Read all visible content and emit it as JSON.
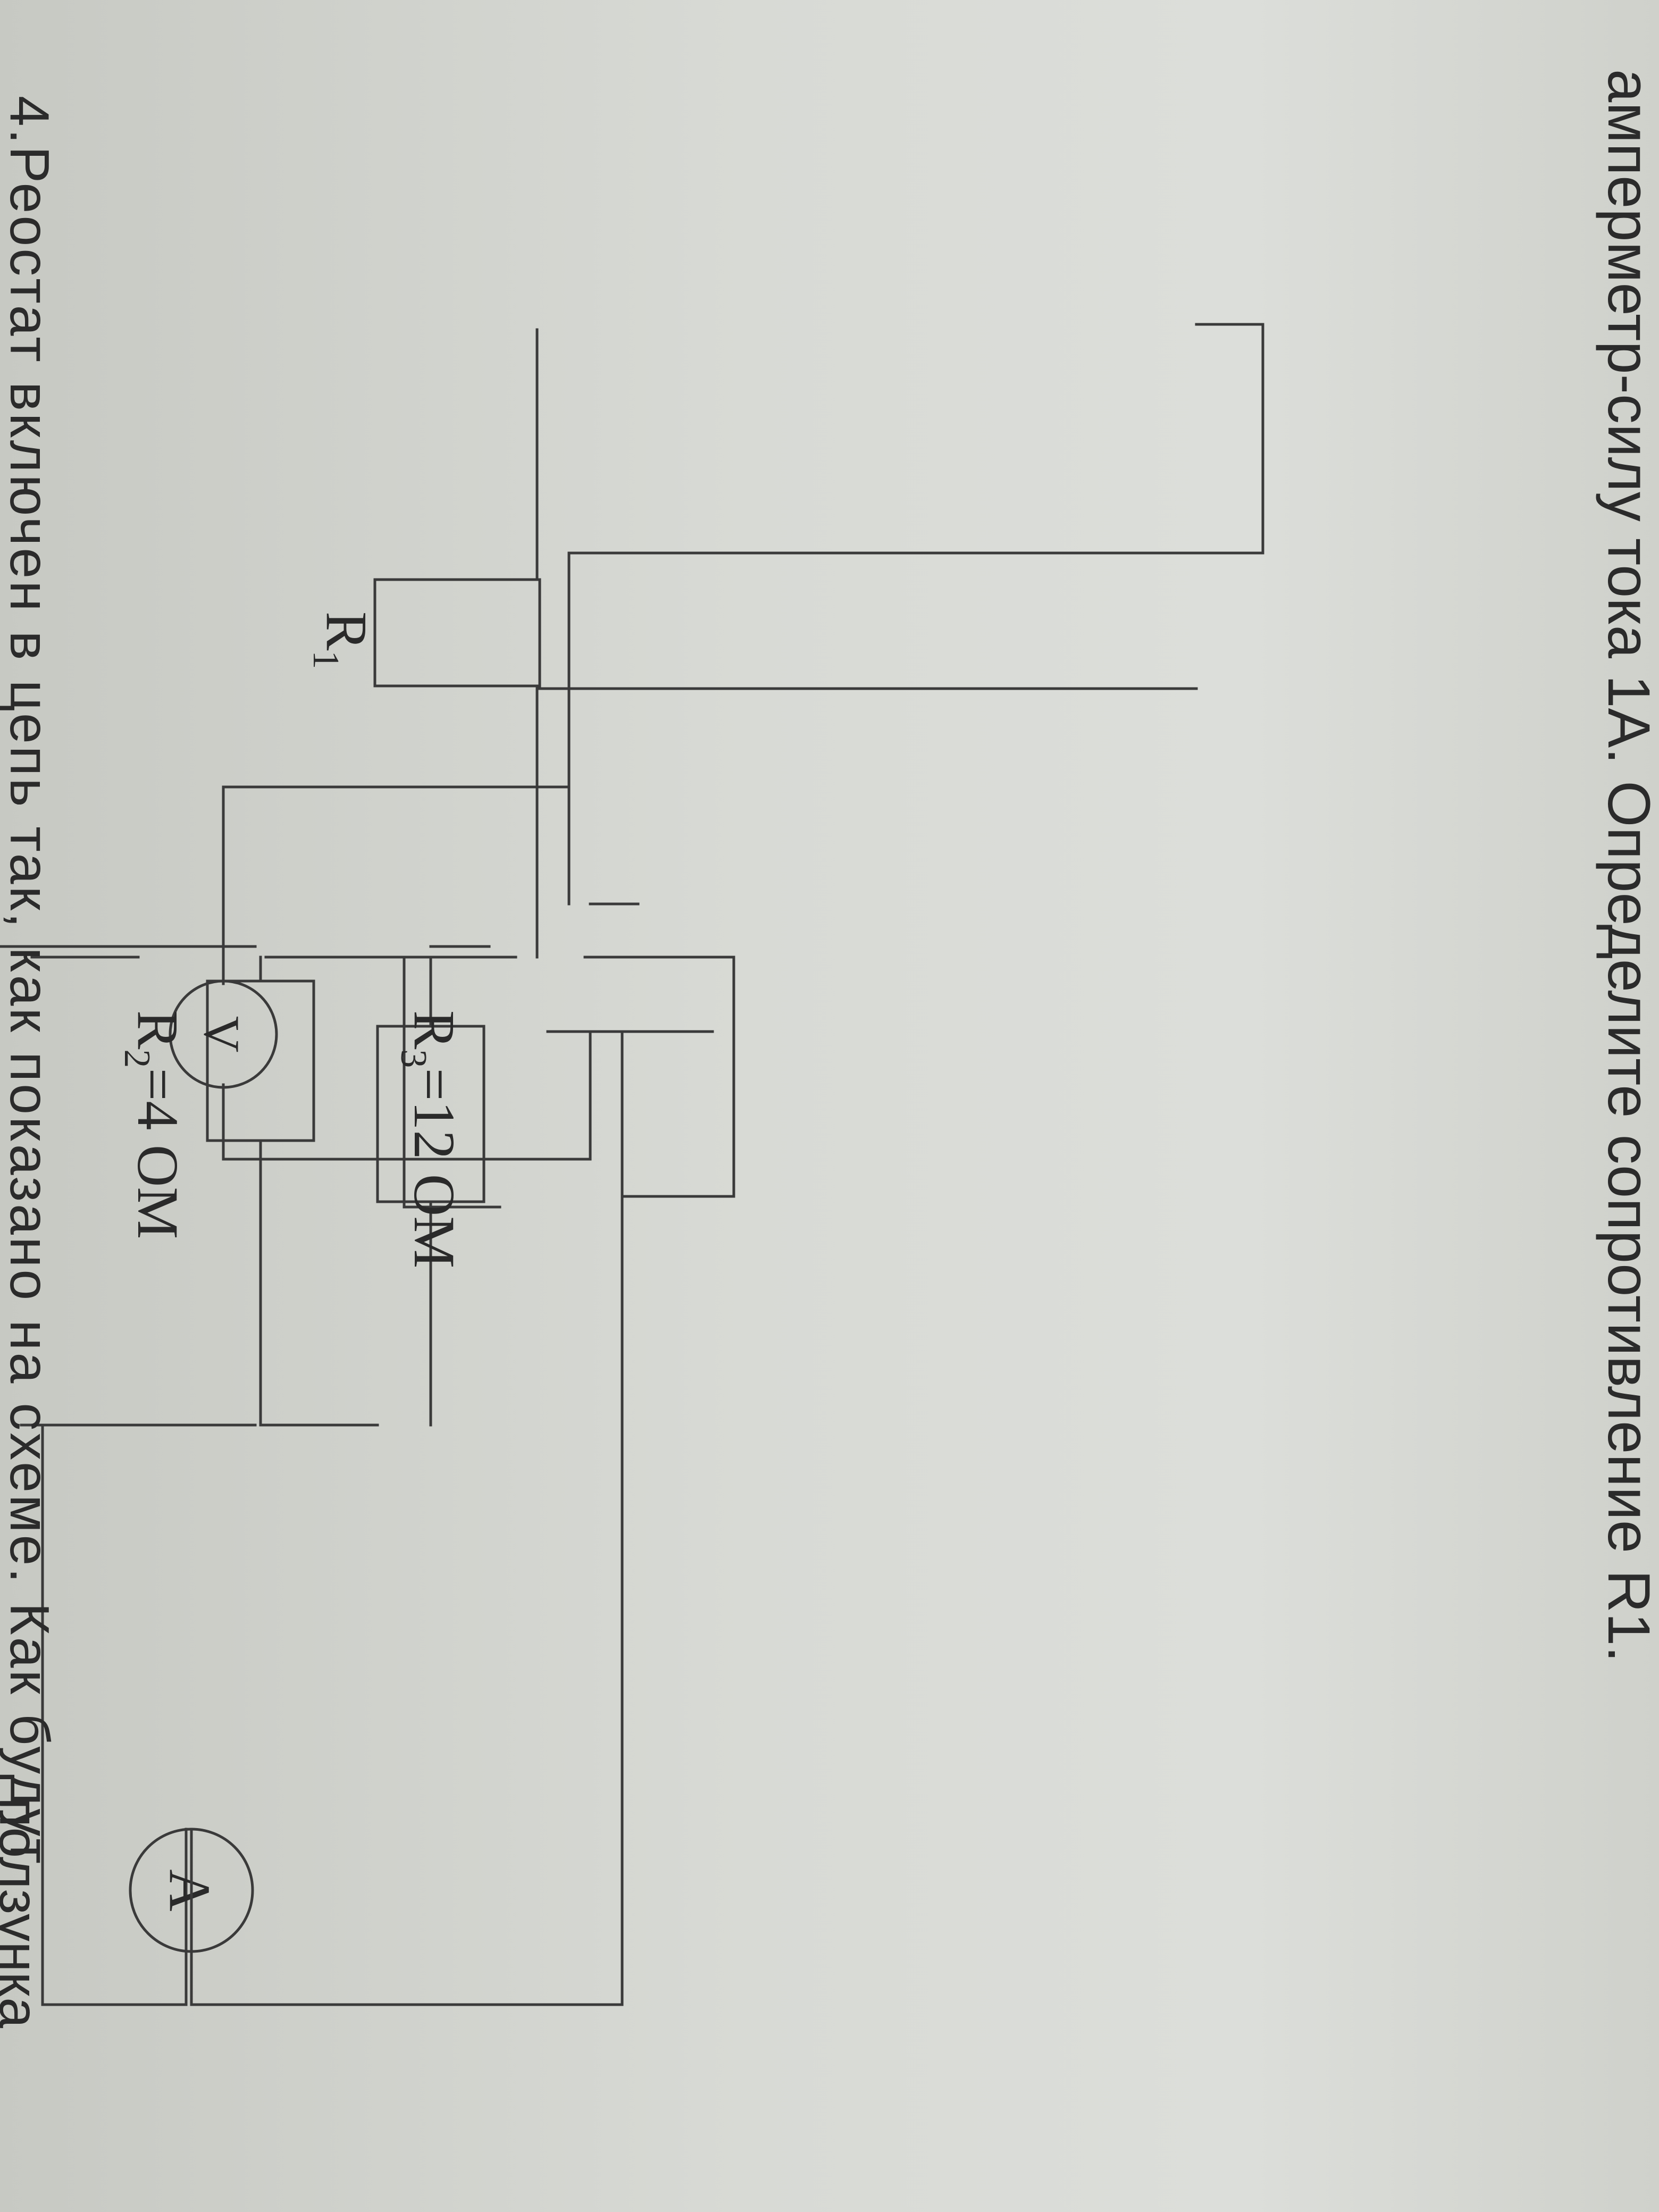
{
  "page": {
    "text_line_1": "амперметр-силу тока 1А. Определите сопротивление R1.",
    "text_line_2": "4.Реостат включен в цепь так, как показано на схеме. Как будут",
    "text_line_3": "ползунка"
  },
  "circuit": {
    "r1_label_main": "R",
    "r1_label_sub": "1",
    "r2_label_main": "R",
    "r2_label_sub": "2",
    "r2_label_rest": "=4 ОМ",
    "r3_label_main": "R",
    "r3_label_sub": "3",
    "r3_label_rest": "=12 ОМ",
    "voltmeter_label": "V",
    "ammeter_label": "A"
  }
}
